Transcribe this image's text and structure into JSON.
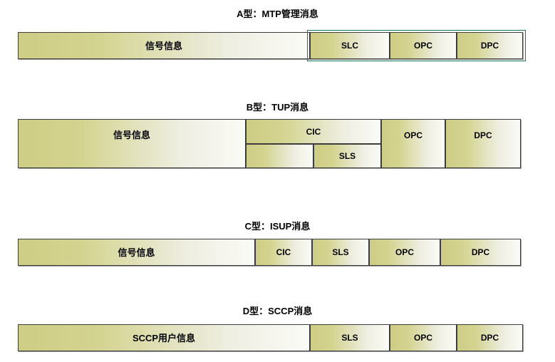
{
  "page": {
    "background": "#ffffff",
    "cell_gradient_from": "#cdcd85",
    "cell_gradient_to": "#fbfbf7",
    "cell_border_color": "#3d3d3d",
    "highlight_color": "#0f7a5a"
  },
  "diagrams": [
    {
      "id": "a",
      "title": "A型：MTP管理消息",
      "highlighted": true,
      "cells": [
        {
          "label": "信号信息",
          "script": "cn"
        },
        {
          "label": "SLC",
          "script": "latin"
        },
        {
          "label": "OPC",
          "script": "latin"
        },
        {
          "label": "DPC",
          "script": "latin"
        }
      ]
    },
    {
      "id": "b",
      "title": "B型：TUP消息",
      "highlighted": false,
      "cells": [
        {
          "label": "信号信息",
          "script": "cn"
        },
        {
          "label": "CIC",
          "script": "latin"
        },
        {
          "label": "",
          "script": "latin"
        },
        {
          "label": "SLS",
          "script": "latin"
        },
        {
          "label": "OPC",
          "script": "latin"
        },
        {
          "label": "DPC",
          "script": "latin"
        }
      ]
    },
    {
      "id": "c",
      "title": "C型：ISUP消息",
      "highlighted": false,
      "cells": [
        {
          "label": "信号信息",
          "script": "cn"
        },
        {
          "label": "CIC",
          "script": "latin"
        },
        {
          "label": "SLS",
          "script": "latin"
        },
        {
          "label": "OPC",
          "script": "latin"
        },
        {
          "label": "DPC",
          "script": "latin"
        }
      ]
    },
    {
      "id": "d",
      "title": "D型：SCCP消息",
      "highlighted": false,
      "cells": [
        {
          "label": "SCCP用户信息",
          "script": "cn"
        },
        {
          "label": "SLS",
          "script": "latin"
        },
        {
          "label": "OPC",
          "script": "latin"
        },
        {
          "label": "DPC",
          "script": "latin"
        }
      ]
    }
  ]
}
